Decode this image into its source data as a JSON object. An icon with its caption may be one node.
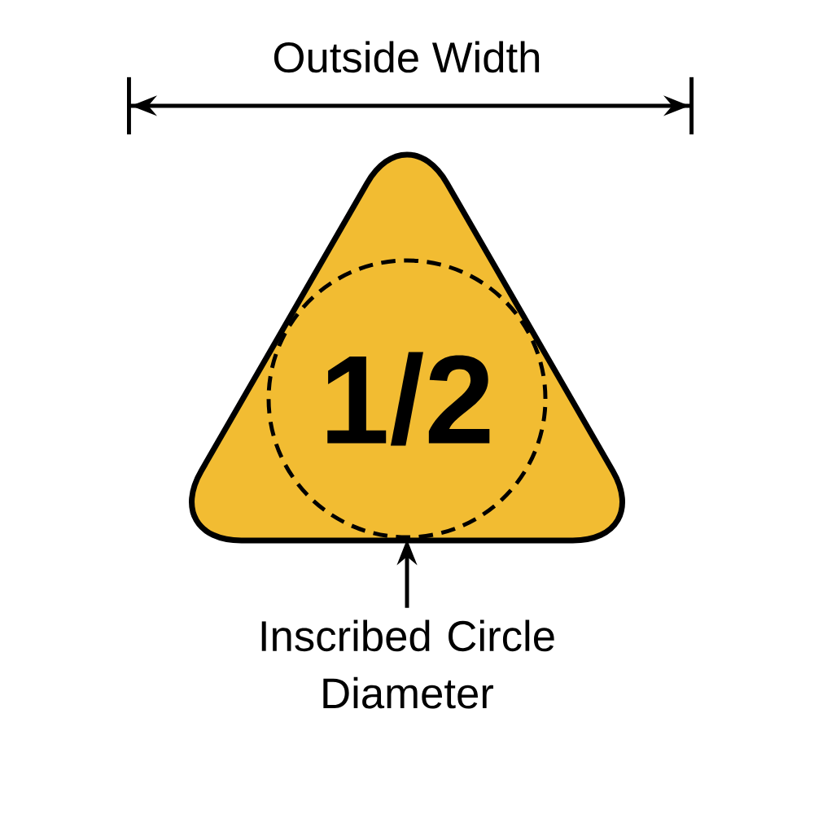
{
  "diagram": {
    "nodes": [
      {
        "text": [],
        "shape": "triangle"
      },
      {
        "text": [
          "1/2"
        ],
        "in": 0
      },
      {
        "text": [
          "Inscribed Circle Diameter"
        ]
      }
    ],
    "edges": [
      {
        "from": 2,
        "to": 1,
        "arrow": "to"
      }
    ],
    "labels": [
      "Outside Width"
    ]
  }
}
